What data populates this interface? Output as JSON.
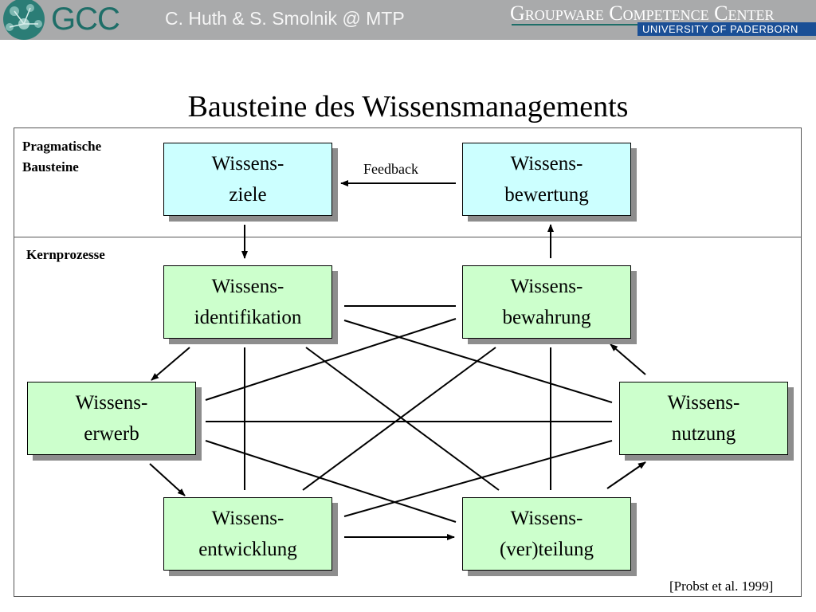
{
  "header": {
    "logo_text": "GCC",
    "presenter": "C. Huth & S. Smolnik @ MTP",
    "center_name": "Groupware Competence Center",
    "university": "UNIVERSITY OF PADERBORN",
    "colors": {
      "banner": "#a9aaab",
      "logo_teal": "#1e6e68",
      "university_bar": "#1a4f96"
    }
  },
  "slide": {
    "title": "Bausteine des Wissensmanagements",
    "citation": "[Probst et al. 1999]"
  },
  "sections": {
    "pragmatic": {
      "line1": "Pragmatische",
      "line2": "Bausteine"
    },
    "core": {
      "label": "Kernprozesse"
    }
  },
  "edge_label": "Feedback",
  "boxes": {
    "ziele": {
      "line1": "Wissens-",
      "line2": "ziele",
      "color": "#ccffff"
    },
    "bewertung": {
      "line1": "Wissens-",
      "line2": "bewertung",
      "color": "#ccffff"
    },
    "identifikation": {
      "line1": "Wissens-",
      "line2": "identifikation",
      "color": "#ccffcc"
    },
    "bewahrung": {
      "line1": "Wissens-",
      "line2": "bewahrung",
      "color": "#ccffcc"
    },
    "erwerb": {
      "line1": "Wissens-",
      "line2": "erwerb",
      "color": "#ccffcc"
    },
    "nutzung": {
      "line1": "Wissens-",
      "line2": "nutzung",
      "color": "#ccffcc"
    },
    "entwicklung": {
      "line1": "Wissens-",
      "line2": "entwicklung",
      "color": "#ccffcc"
    },
    "verteilung": {
      "line1": "Wissens-",
      "line2": "(ver)teilung",
      "color": "#ccffcc"
    }
  }
}
